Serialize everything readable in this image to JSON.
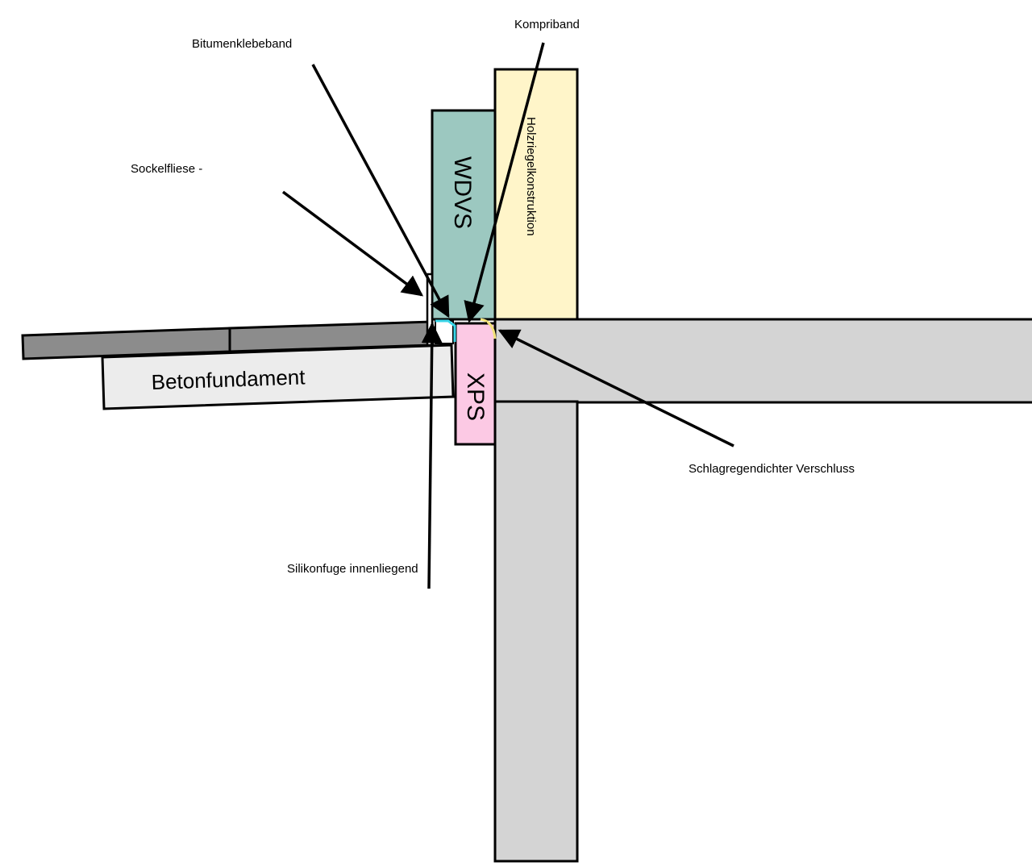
{
  "labels": {
    "bitumenklebeband": "Bitumenklebeband",
    "kompriband": "Kompriband",
    "sockelfliese": "Sockelfliese -",
    "silikonfuge": "Silikonfuge innenliegend",
    "schlagregen": "Schlagregendichter Verschluss",
    "wdvs": "WDVS",
    "holzriegel": "Holzriegelkonstruktion",
    "xps": "XPS",
    "betonfundament": "Betonfundament"
  },
  "colors": {
    "wdvs": "#9cc8c0",
    "holzriegel": "#fff5c9",
    "xps": "#fcc9e4",
    "concrete": "#d4d4d4",
    "foundation": "#ececec",
    "tile": "#8c8c8c",
    "sealant_cyan": "#3ad6e8",
    "sealant_yellow": "#f3e27a",
    "stroke": "#000000"
  }
}
